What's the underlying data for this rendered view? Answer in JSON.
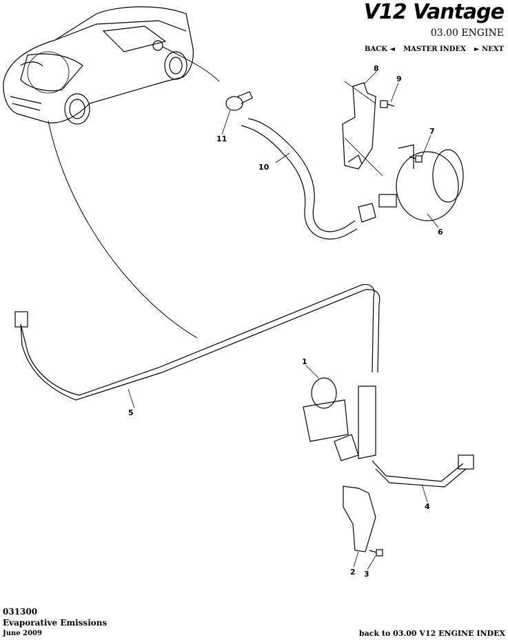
{
  "header": {
    "logo": "V12 Vantage",
    "section": "03.00 ENGINE",
    "nav": {
      "back": "BACK ◄",
      "master_index": "MASTER INDEX",
      "next": "► NEXT"
    }
  },
  "footer": {
    "code": "031300",
    "title": "Evaporative Emissions",
    "date": "June 2009",
    "back_link": "back to 03.00 V12 ENGINE INDEX"
  },
  "callouts": [
    "1",
    "2",
    "3",
    "4",
    "5",
    "6",
    "7",
    "8",
    "9",
    "10",
    "11"
  ]
}
